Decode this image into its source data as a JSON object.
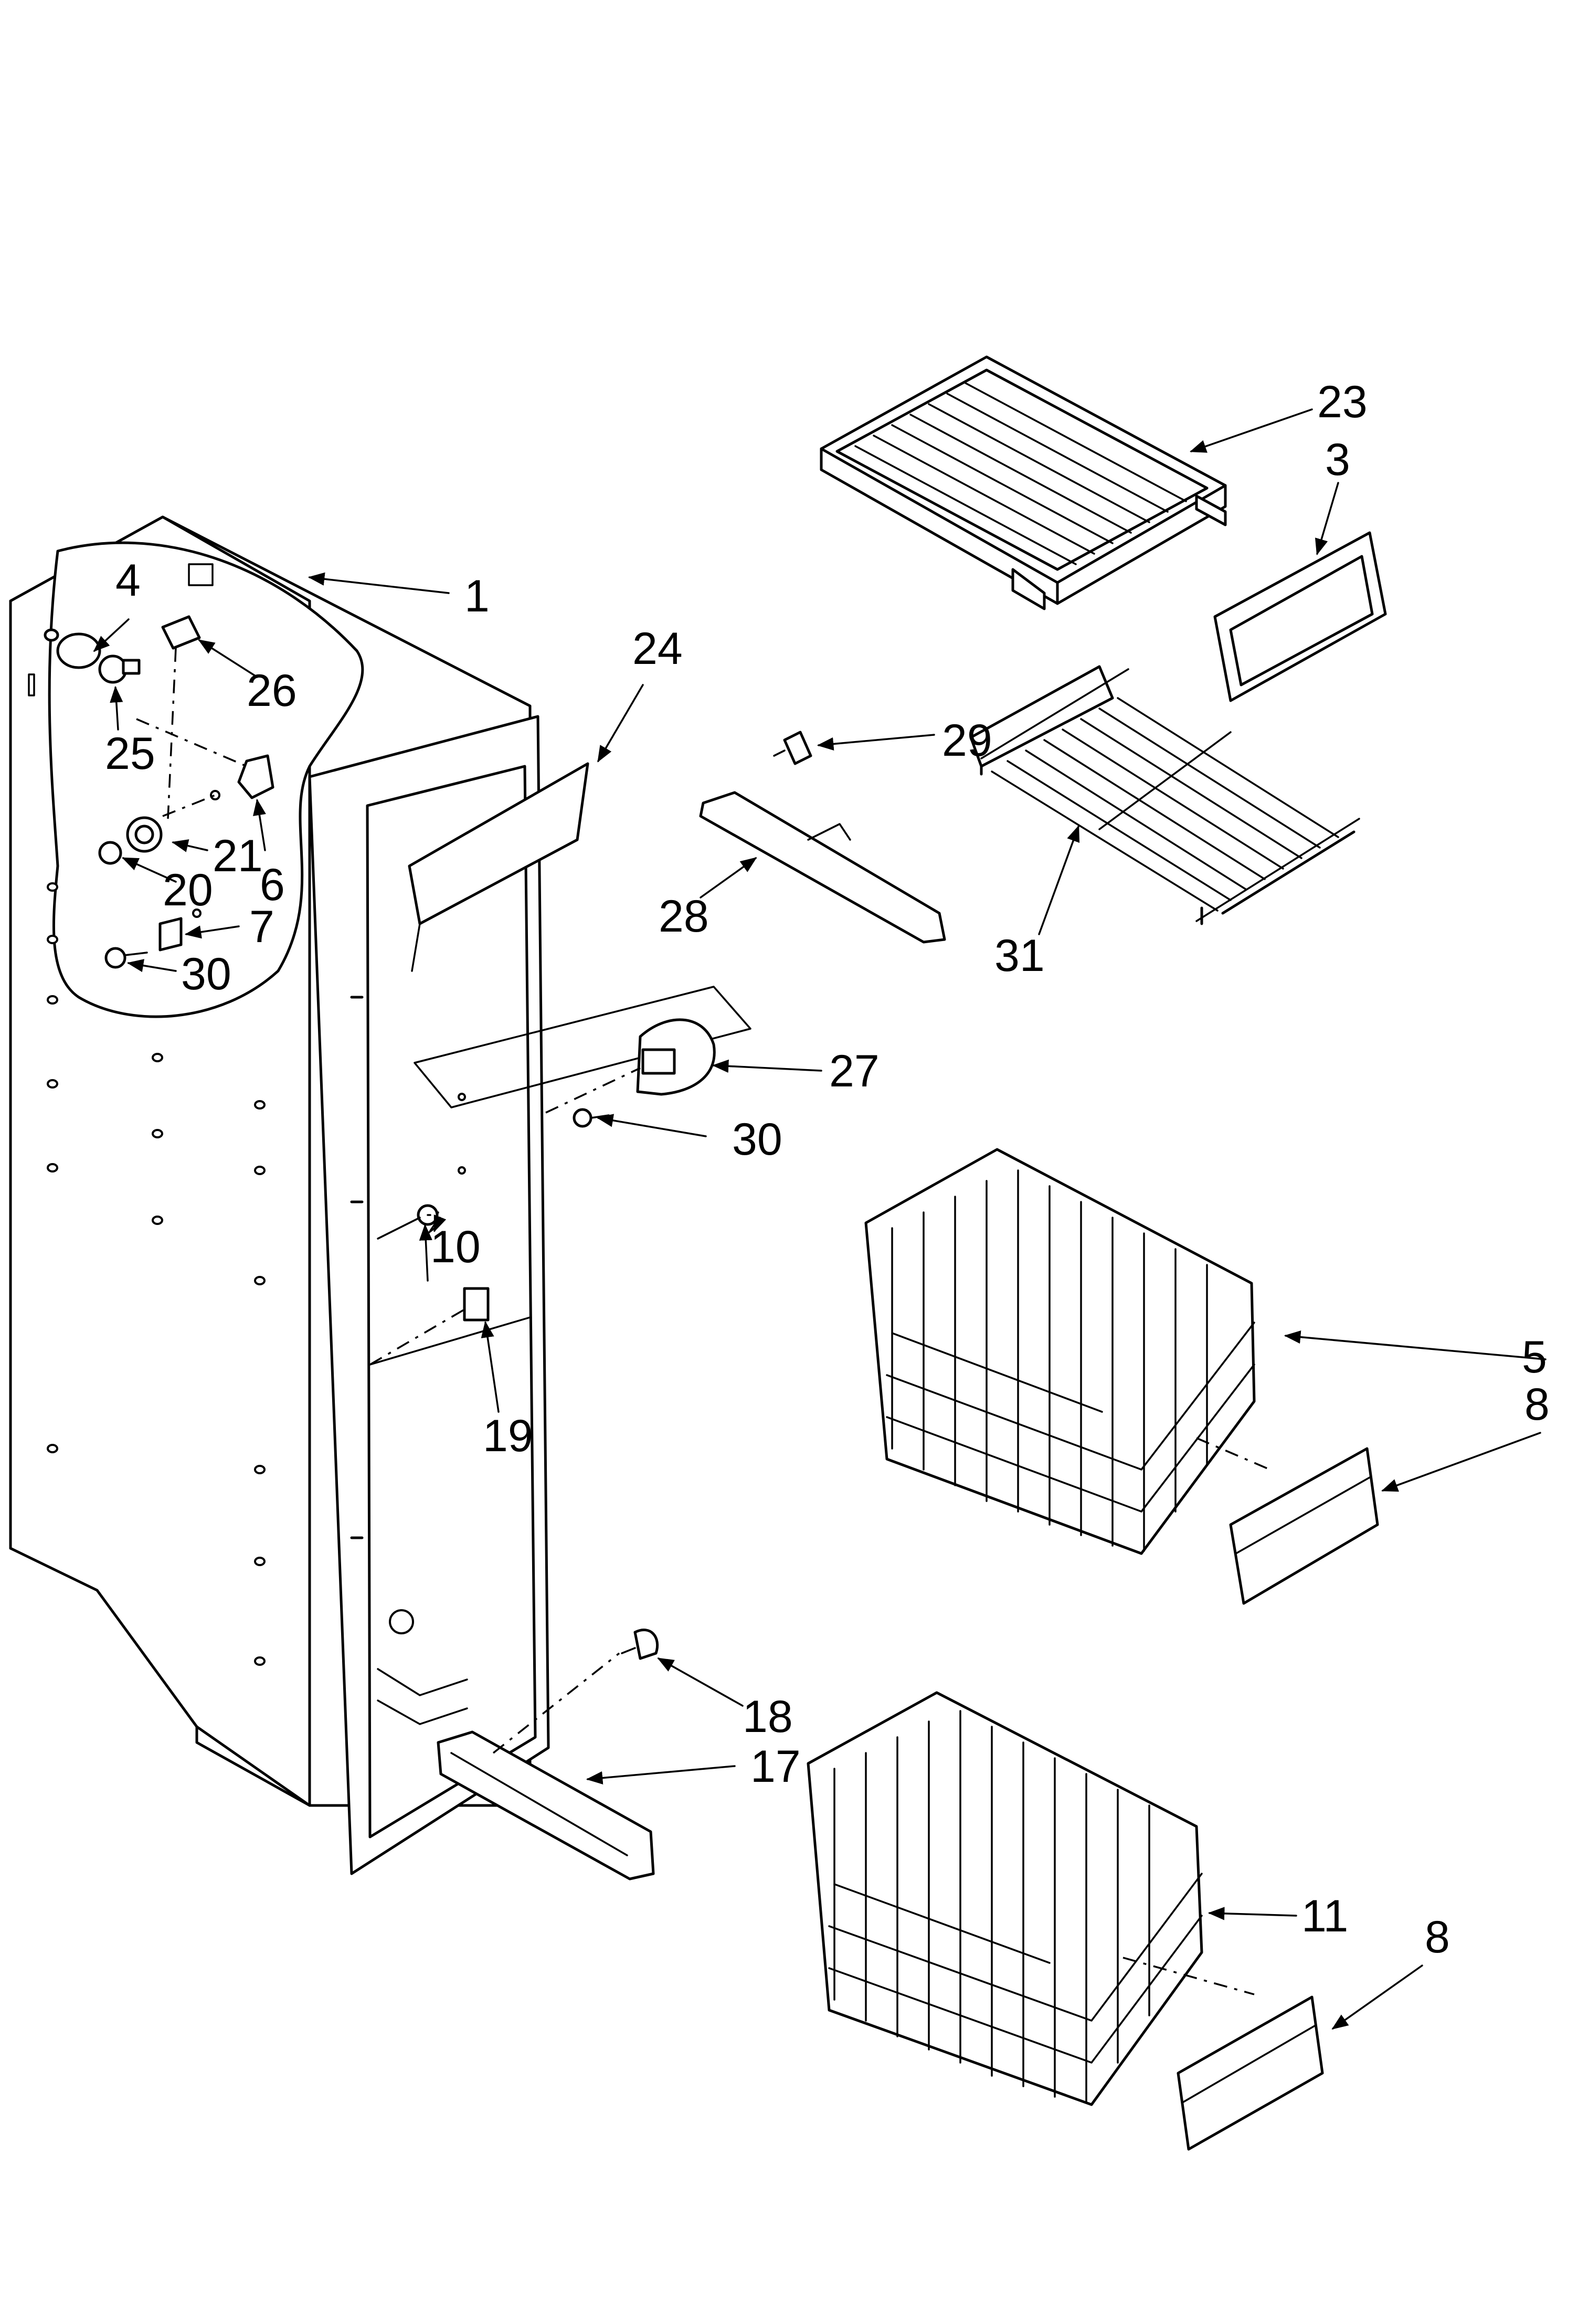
{
  "diagram": {
    "callouts": [
      {
        "id": "c1",
        "text": "1"
      },
      {
        "id": "c3",
        "text": "3"
      },
      {
        "id": "c4",
        "text": "4"
      },
      {
        "id": "c5",
        "text": "5"
      },
      {
        "id": "c6",
        "text": "6"
      },
      {
        "id": "c7",
        "text": "7"
      },
      {
        "id": "c8a",
        "text": "8"
      },
      {
        "id": "c8b",
        "text": "8"
      },
      {
        "id": "c10",
        "text": "10"
      },
      {
        "id": "c11",
        "text": "11"
      },
      {
        "id": "c17",
        "text": "17"
      },
      {
        "id": "c18",
        "text": "18"
      },
      {
        "id": "c19",
        "text": "19"
      },
      {
        "id": "c20",
        "text": "20"
      },
      {
        "id": "c21",
        "text": "21"
      },
      {
        "id": "c23",
        "text": "23"
      },
      {
        "id": "c24",
        "text": "24"
      },
      {
        "id": "c25",
        "text": "25"
      },
      {
        "id": "c26",
        "text": "26"
      },
      {
        "id": "c27",
        "text": "27"
      },
      {
        "id": "c28",
        "text": "28"
      },
      {
        "id": "c29",
        "text": "29"
      },
      {
        "id": "c30a",
        "text": "30"
      },
      {
        "id": "c30b",
        "text": "30"
      },
      {
        "id": "c31",
        "text": "31"
      }
    ]
  }
}
